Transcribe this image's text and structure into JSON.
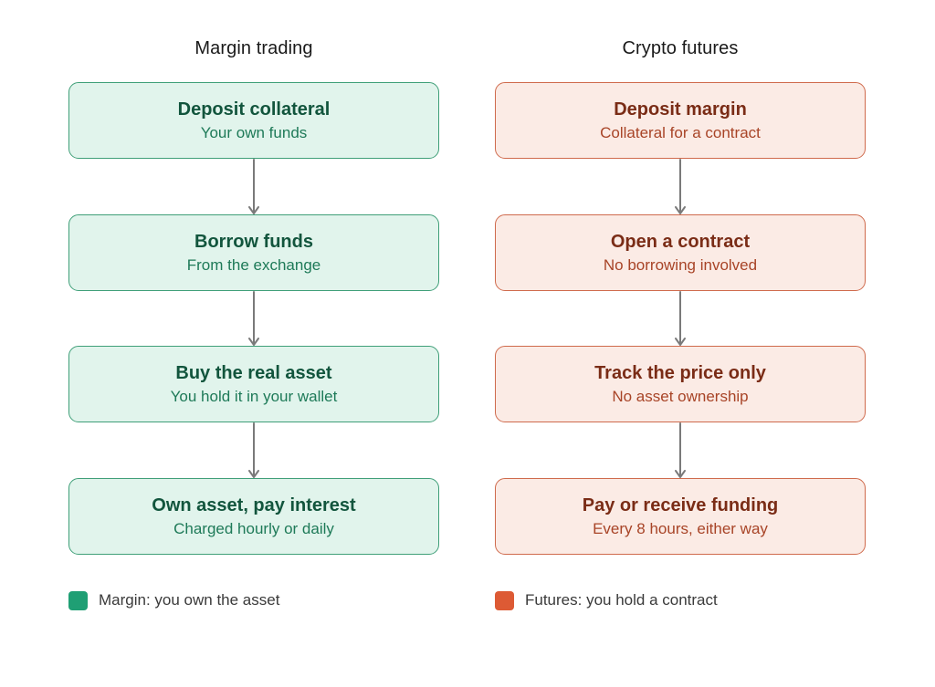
{
  "columns": {
    "margin": {
      "title": "Margin trading",
      "steps": [
        {
          "title": "Deposit collateral",
          "subtitle": "Your own funds"
        },
        {
          "title": "Borrow funds",
          "subtitle": "From the exchange"
        },
        {
          "title": "Buy the real asset",
          "subtitle": "You hold it in your wallet"
        },
        {
          "title": "Own asset, pay interest",
          "subtitle": "Charged hourly or daily"
        }
      ]
    },
    "futures": {
      "title": "Crypto futures",
      "steps": [
        {
          "title": "Deposit margin",
          "subtitle": "Collateral for a contract"
        },
        {
          "title": "Open a contract",
          "subtitle": "No borrowing involved"
        },
        {
          "title": "Track the price only",
          "subtitle": "No asset ownership"
        },
        {
          "title": "Pay or receive funding",
          "subtitle": "Every 8 hours, either way"
        }
      ]
    }
  },
  "legend": {
    "margin": "Margin: you own the asset",
    "futures": "Futures: you hold a contract"
  },
  "colors": {
    "margin_fill": "#e1f4ec",
    "margin_border": "#3f9f78",
    "margin_swatch": "#1f9f74",
    "futures_fill": "#fbebe5",
    "futures_border": "#cf6a4c",
    "futures_swatch": "#dd5a34",
    "arrow": "#7a7a7a"
  }
}
